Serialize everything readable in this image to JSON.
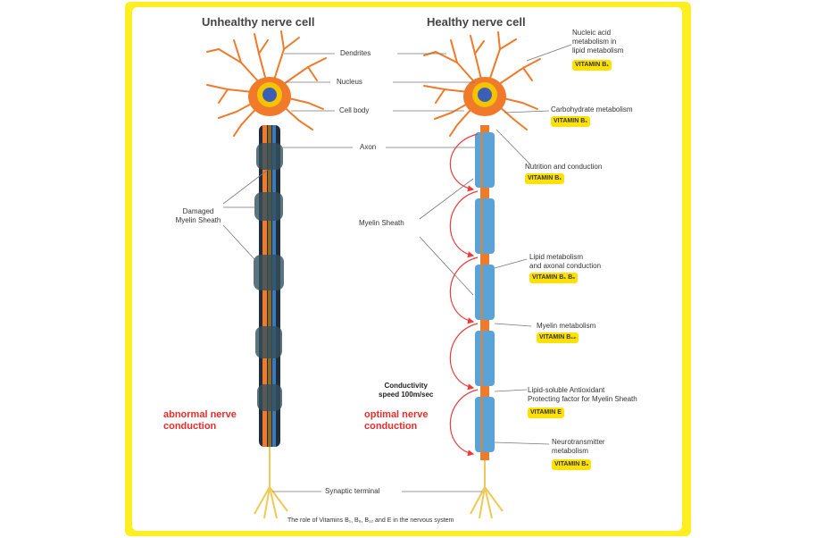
{
  "titles": {
    "unhealthy": "Unhealthy nerve cell",
    "healthy": "Healthy nerve cell"
  },
  "center_labels": {
    "dendrites": "Dendrites",
    "nucleus": "Nucleus",
    "cell_body": "Cell body",
    "axon": "Axon",
    "synaptic_terminal": "Synaptic terminal"
  },
  "left_labels": {
    "damaged_myelin": "Damaged\nMyelin Sheath",
    "abnormal_conduction": "abnormal nerve\nconduction"
  },
  "healthy_labels": {
    "myelin_sheath": "Myelin Sheath",
    "conductivity_speed": "Conductivity\nspeed 100m/sec",
    "optimal_conduction": "optimal nerve\nconduction"
  },
  "annotations": [
    {
      "text": "Nucleic acid\nmetabolism in\nlipid metabolism",
      "vitamin": "VITAMIN B₁"
    },
    {
      "text": "Carbohydrate metabolism",
      "vitamin": "VITAMIN B₁"
    },
    {
      "text": "Nutrition and conduction",
      "vitamin": "VITAMIN B₁"
    },
    {
      "text": "Lipid metabolism\nand axonal conduction",
      "vitamin": "VITAMIN B₁ B₆"
    },
    {
      "text": "Myelin metabolism",
      "vitamin": "VITAMIN B₁₂"
    },
    {
      "text": "Lipid-soluble Antioxidant\nProtecting factor for Myelin Sheath",
      "vitamin": "VITAMIN E"
    },
    {
      "text": "Neurotransmitter\nmetabolism",
      "vitamin": "VITAMIN B₆"
    }
  ],
  "footnote": "The role of Vitamins B₁, B₆, B₁₂ and E in the nervous system",
  "colors": {
    "frame": "#ffee22",
    "highlight": "#ffe100",
    "neuron": "#f07a2a",
    "nucleus": "#f5c400",
    "myelin": "#5aa3d8",
    "red_text": "#ee2a2a"
  }
}
